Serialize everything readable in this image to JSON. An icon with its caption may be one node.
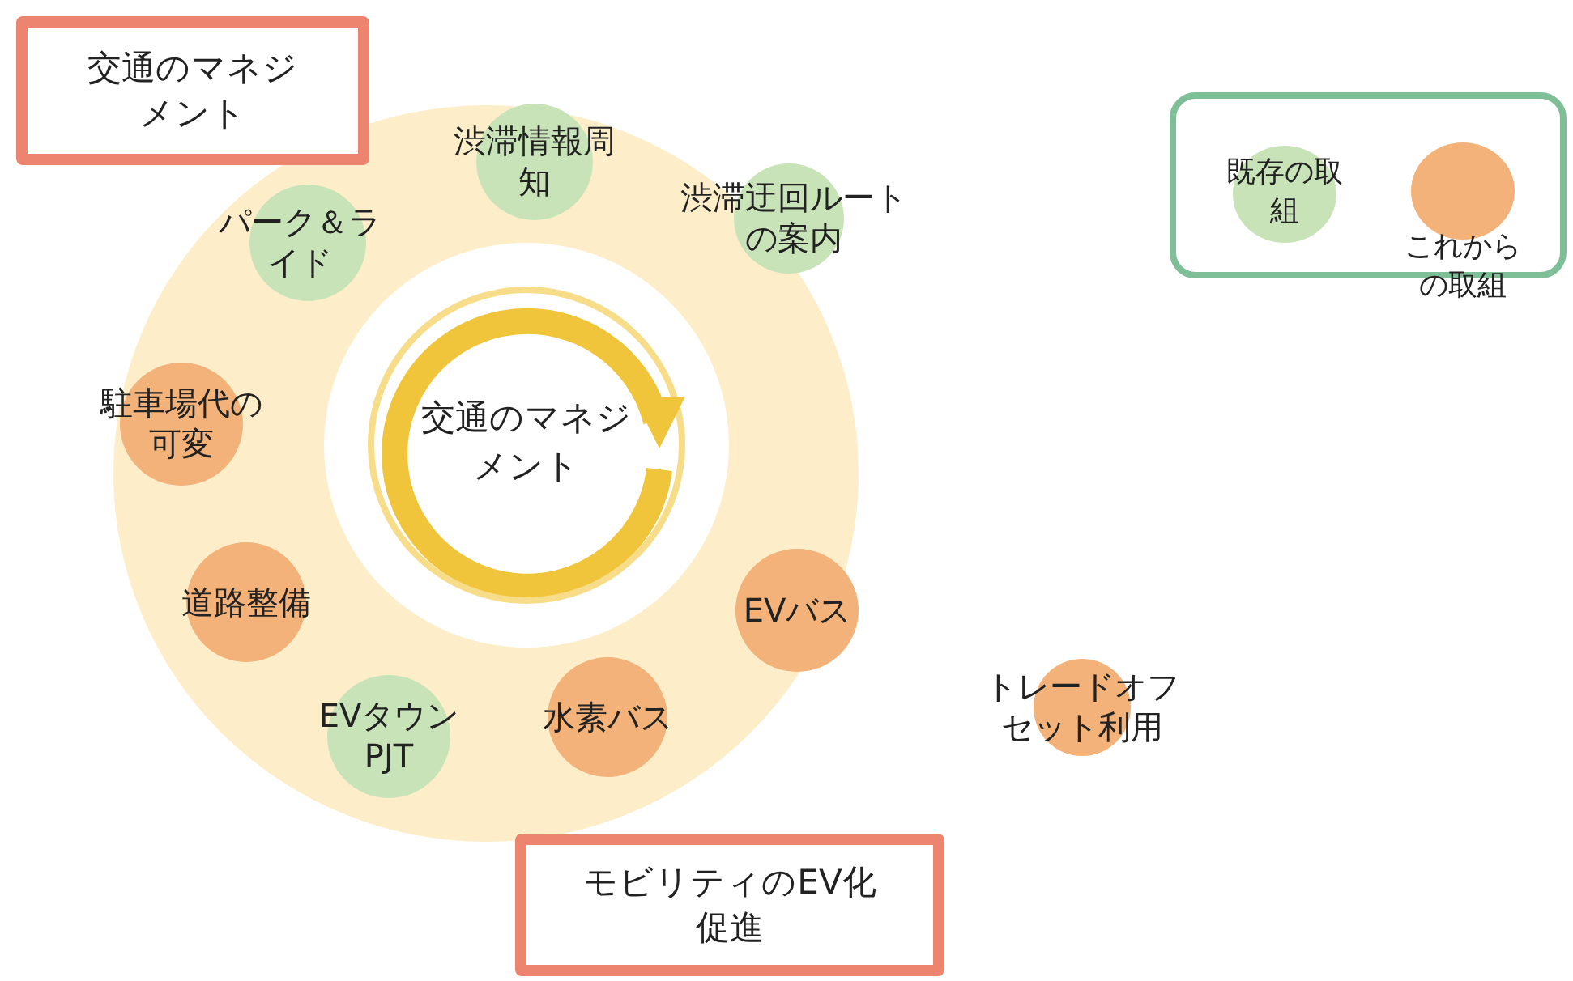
{
  "diagram": {
    "nodes": [
      {
        "text": [],
        "shape": "circle"
      },
      {
        "text": [
          "交通のマネジメント"
        ],
        "in": 0
      },
      {
        "text": [
          "交通のマネジメント"
        ]
      },
      {
        "text": [
          "モビリティのEV化促進"
        ]
      },
      {
        "text": [
          "パーク＆ライド"
        ],
        "in": 0
      },
      {
        "text": [
          "渋滞情報周知"
        ],
        "in": 0
      },
      {
        "text": [
          "渋滞迂回ルートの案内"
        ],
        "in": 0
      },
      {
        "text": [
          "駐車場代の可変"
        ],
        "in": 0
      },
      {
        "text": [
          "道路整備"
        ],
        "in": 0
      },
      {
        "text": [
          "EVバス"
        ],
        "in": 0
      },
      {
        "text": [
          "EVタウンPJT"
        ],
        "in": 0
      },
      {
        "text": [
          "水素バス"
        ],
        "in": 0
      },
      {
        "text": [
          "トレードオフセット利用"
        ]
      }
    ],
    "edges": [],
    "legend": [
      {
        "text": "既存の取組",
        "color": "#c9e3b8"
      },
      {
        "text": "これからの取組",
        "color": "#f2b27a"
      }
    ]
  }
}
